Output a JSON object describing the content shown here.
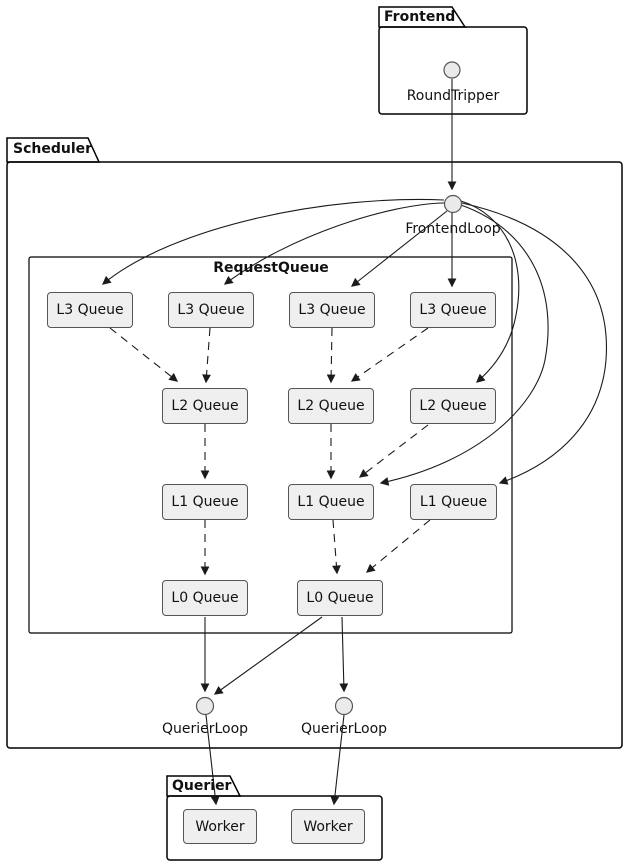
{
  "diagram": {
    "packages": {
      "frontend": {
        "title": "Frontend"
      },
      "scheduler": {
        "title": "Scheduler"
      },
      "querier": {
        "title": "Querier"
      }
    },
    "request_queue": {
      "title": "RequestQueue"
    },
    "interfaces": {
      "round_tripper": "RoundTripper",
      "frontend_loop": "FrontendLoop",
      "querier_loop_1": "QuerierLoop",
      "querier_loop_2": "QuerierLoop"
    },
    "queues": {
      "l3": [
        "L3 Queue",
        "L3 Queue",
        "L3 Queue",
        "L3 Queue"
      ],
      "l2": [
        "L2 Queue",
        "L2 Queue",
        "L2 Queue"
      ],
      "l1": [
        "L1 Queue",
        "L1 Queue",
        "L1 Queue"
      ],
      "l0": [
        "L0 Queue",
        "L0 Queue"
      ]
    },
    "workers": [
      "Worker",
      "Worker"
    ],
    "edges": [
      {
        "from": "RoundTripper",
        "to": "FrontendLoop",
        "style": "solid"
      },
      {
        "from": "FrontendLoop",
        "to": "L3 Queue 1",
        "style": "solid"
      },
      {
        "from": "FrontendLoop",
        "to": "L3 Queue 2",
        "style": "solid"
      },
      {
        "from": "FrontendLoop",
        "to": "L3 Queue 3",
        "style": "solid"
      },
      {
        "from": "FrontendLoop",
        "to": "L3 Queue 4",
        "style": "solid"
      },
      {
        "from": "FrontendLoop",
        "to": "L2 Queue 3",
        "style": "solid"
      },
      {
        "from": "FrontendLoop",
        "to": "L1 Queue 2",
        "style": "solid"
      },
      {
        "from": "FrontendLoop",
        "to": "L1 Queue 3",
        "style": "solid"
      },
      {
        "from": "L3 Queue 1",
        "to": "L2 Queue 1",
        "style": "dashed"
      },
      {
        "from": "L3 Queue 2",
        "to": "L2 Queue 1",
        "style": "dashed"
      },
      {
        "from": "L3 Queue 3",
        "to": "L2 Queue 2",
        "style": "dashed"
      },
      {
        "from": "L3 Queue 4",
        "to": "L2 Queue 2",
        "style": "dashed"
      },
      {
        "from": "L2 Queue 1",
        "to": "L1 Queue 1",
        "style": "dashed"
      },
      {
        "from": "L2 Queue 2",
        "to": "L1 Queue 2",
        "style": "dashed"
      },
      {
        "from": "L2 Queue 3",
        "to": "L1 Queue 2",
        "style": "dashed"
      },
      {
        "from": "L1 Queue 1",
        "to": "L0 Queue 1",
        "style": "dashed"
      },
      {
        "from": "L1 Queue 2",
        "to": "L0 Queue 2",
        "style": "dashed"
      },
      {
        "from": "L1 Queue 3",
        "to": "L0 Queue 2",
        "style": "dashed"
      },
      {
        "from": "L0 Queue 1",
        "to": "QuerierLoop 1",
        "style": "solid"
      },
      {
        "from": "L0 Queue 2",
        "to": "QuerierLoop 1",
        "style": "solid"
      },
      {
        "from": "L0 Queue 2",
        "to": "QuerierLoop 2",
        "style": "solid"
      },
      {
        "from": "QuerierLoop 1",
        "to": "Worker 1",
        "style": "solid"
      },
      {
        "from": "QuerierLoop 2",
        "to": "Worker 2",
        "style": "solid"
      }
    ],
    "colors": {
      "node_fill": "#efefef",
      "node_border": "#555555",
      "edge": "#1b1b1b",
      "package_border": "#000000",
      "background": "#ffffff"
    }
  }
}
